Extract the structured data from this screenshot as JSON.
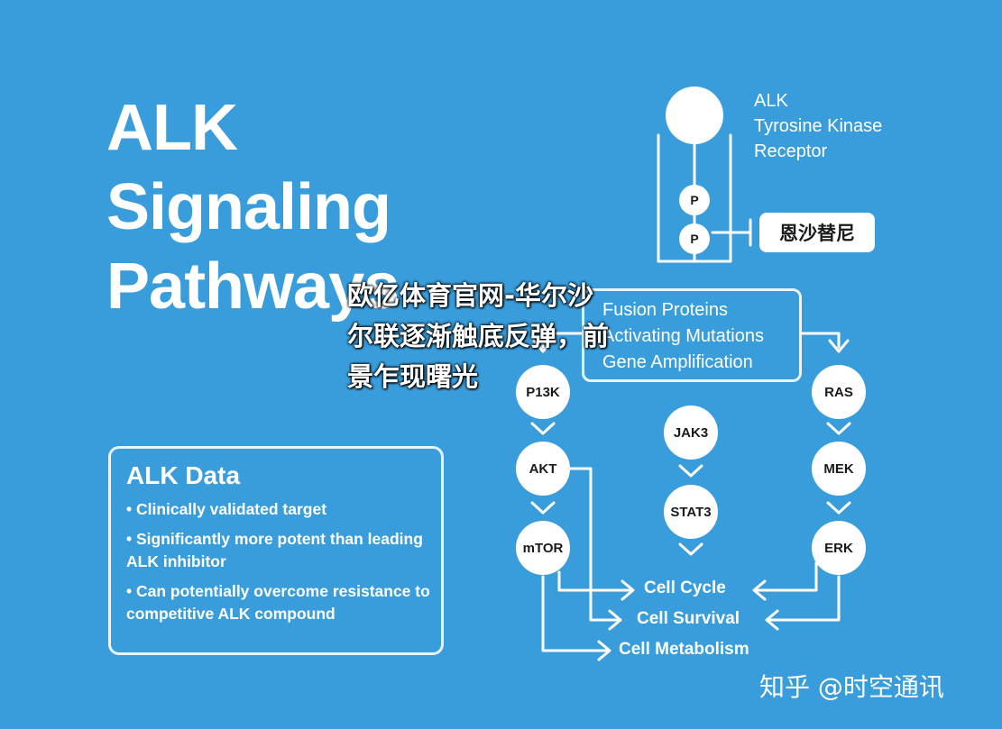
{
  "title": {
    "line1": "ALK",
    "line2": "Signaling",
    "line3": "Pathways"
  },
  "alk_data": {
    "heading": "ALK Data",
    "bullets": [
      "• Clinically validated target",
      "• Significantly more potent than leading ALK inhibitor",
      "• Can potentially overcome resistance to competitive ALK compound"
    ]
  },
  "receptor": {
    "label_lines": [
      "ALK",
      "Tyrosine Kinase",
      "Receptor"
    ],
    "p1": "P",
    "p2": "P",
    "drug": "恩沙替尼"
  },
  "fusion": {
    "lines": [
      "Fusion Proteins",
      "Activating Mutations",
      "Gene Amplification"
    ]
  },
  "nodes": {
    "pi3k": "P13K",
    "akt": "AKT",
    "mtor": "mTOR",
    "jak3": "JAK3",
    "stat3": "STAT3",
    "ras": "RAS",
    "mek": "MEK",
    "erk": "ERK"
  },
  "outcomes": {
    "cycle": "Cell Cycle",
    "survival": "Cell Survival",
    "metabolism": "Cell Metabolism"
  },
  "overlay": {
    "lines": [
      "欧亿体育官网-华尔沙",
      "尔联逐渐触底反弹，前",
      "景乍现曙光"
    ]
  },
  "watermark": "知乎 @时空通讯",
  "colors": {
    "background": "#3a9ddb",
    "foreground": "#ffffff"
  }
}
